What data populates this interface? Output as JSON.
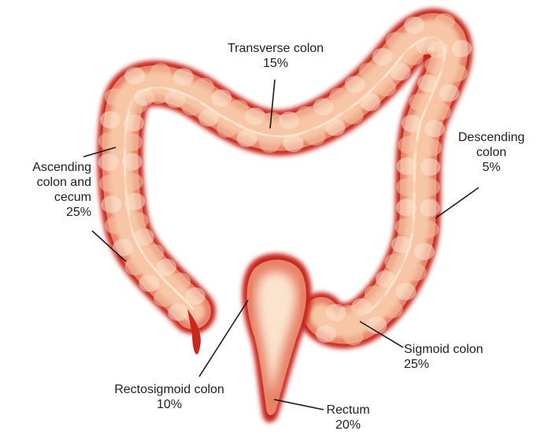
{
  "labels": {
    "transverse": {
      "name": "Transverse colon",
      "pct": "15%"
    },
    "descending": {
      "line1": "Descending",
      "line2": "colon",
      "pct": "5%"
    },
    "ascending": {
      "line1": "Ascending",
      "line2": "colon and",
      "line3": "cecum",
      "pct": "25%"
    },
    "sigmoid": {
      "name": "Sigmoid colon",
      "pct": "25%"
    },
    "rectosigmoid": {
      "name": "Rectosigmoid colon",
      "pct": "10%"
    },
    "rectum": {
      "name": "Rectum",
      "pct": "20%"
    }
  },
  "colors": {
    "tissue_dark": "#c8281e",
    "tissue_mid": "#e8836a",
    "tissue_light": "#f6c6a6",
    "highlight": "#fbe3cd",
    "leader": "#1a1a1a",
    "text": "#1e1e1e"
  }
}
